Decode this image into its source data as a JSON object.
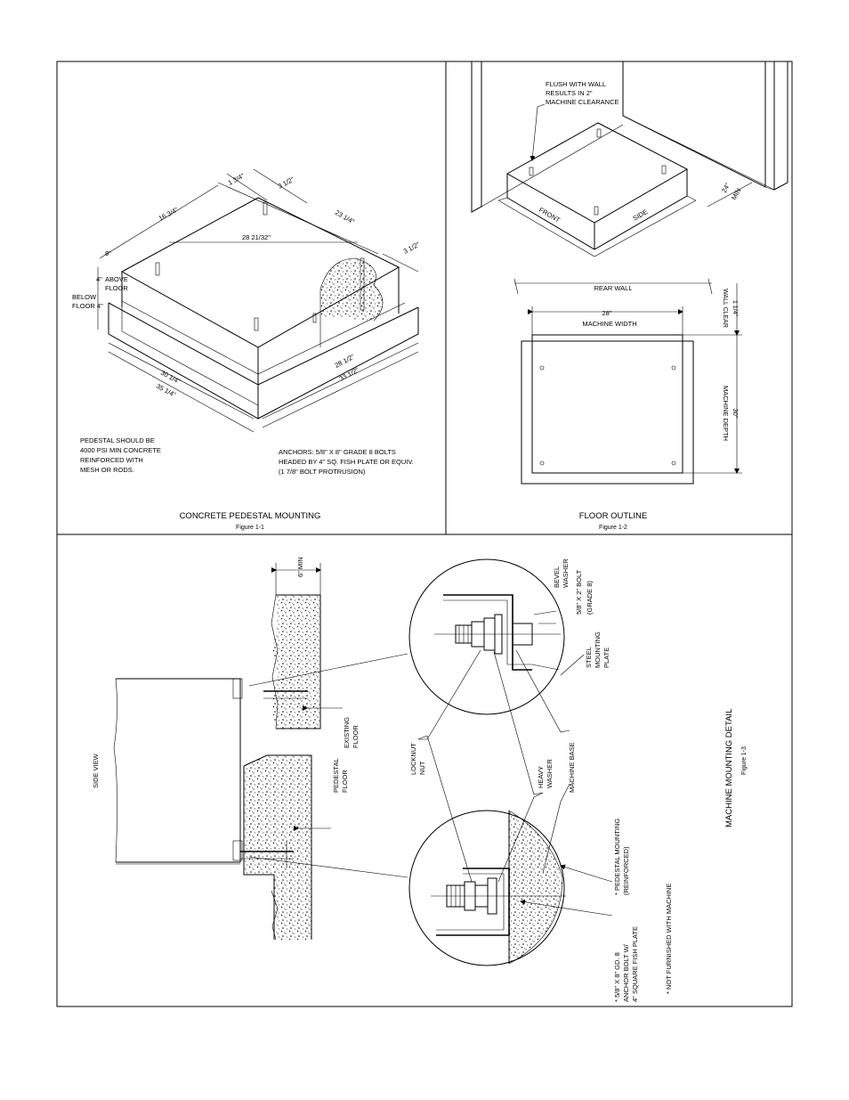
{
  "fig1": {
    "title": "CONCRETE PEDESTAL MOUNTING",
    "figure": "Figure 1-1",
    "dims": {
      "d1": "1 3/4\"",
      "d2": "3 1/2\"",
      "d3": "16 3/4\"",
      "d4": "23 1/4\"",
      "d5": "28 21/32\"",
      "d6": "3 1/2\"",
      "d7": "8\"",
      "d8": "30 1/4\"",
      "d9": "35 1/4\"",
      "d10": "28 1/2\"",
      "d11": "33 1/2\""
    },
    "labels": {
      "above_num": "4\"",
      "above": "ABOVE",
      "floor": "FLOOR",
      "below": "BELOW",
      "below_floor": "FLOOR 4\""
    },
    "note_left": [
      "PEDESTAL SHOULD BE",
      "4000 PSI MIN CONCRETE",
      "REINFORCED WITH",
      "MESH OR RODS."
    ],
    "note_right": [
      "ANCHORS: 5/8\" X 8\" GRADE 8 BOLTS",
      "HEADED BY 4\" SQ. FISH PLATE OR EQUIV.",
      "(1 7/8\" BOLT PROTRUSION)"
    ]
  },
  "fig2": {
    "title": "FLOOR OUTLINE",
    "figure": "Figure 1-2",
    "flush_note": [
      "FLUSH WITH WALL",
      "RESULTS IN 2\"",
      "MACHINE CLEARANCE"
    ],
    "front": "FRONT",
    "side": "SIDE",
    "min_dim": "24\"",
    "min": "MIN",
    "rear_wall": "REAR WALL",
    "width_dim": "28\"",
    "machine_width": "MACHINE WIDTH",
    "depth_dim": "30\"",
    "machine_depth": "MACHINE DEPTH",
    "wall_dim": "1 1/4\"",
    "wall_clear": "WALL CLEAR"
  },
  "fig3": {
    "title": "MACHINE MOUNTING DETAIL",
    "figure": "Figure 1-3",
    "side_view": "SIDE VIEW",
    "min_dim": "6\" MIN",
    "existing_floor": [
      "EXISTING",
      "FLOOR"
    ],
    "pedestal_floor": [
      "PEDESTAL",
      "FLOOR"
    ],
    "bevel_washer": [
      "BEVEL",
      "WASHER"
    ],
    "bolt_spec": [
      "5/8\" X 2\" BOLT",
      "(GRADE 8)"
    ],
    "steel_plate": [
      "STEEL",
      "MOUNTING",
      "PLATE"
    ],
    "locknut": [
      "LOCKNUT",
      "NUT"
    ],
    "heavy_washer": [
      "HEAVY",
      "WASHER"
    ],
    "machine_base": "MACHINE BASE",
    "pedestal_mounting": [
      "* PEDESTAL MOUNTING",
      "(REINFORCED)"
    ],
    "anchor_spec": [
      "* 5/8\" X 8\" GD. 8",
      "ANCHOR BOLT W/",
      "4\" SQUARE FISH PLATE"
    ],
    "not_furnished": "* NOT FURNISHED WITH MACHINE"
  }
}
